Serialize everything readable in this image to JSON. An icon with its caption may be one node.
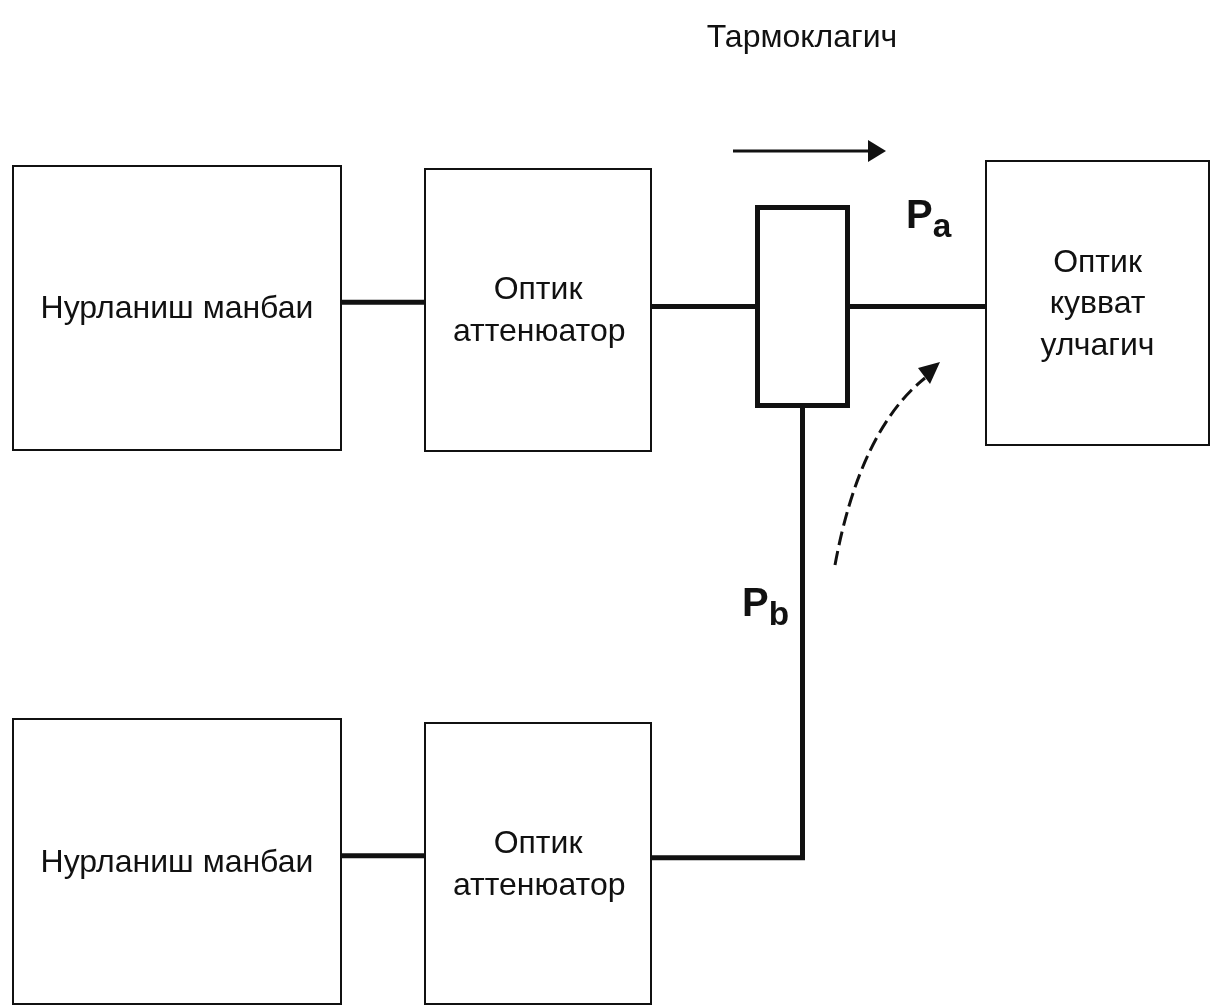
{
  "diagram": {
    "nodes": [
      {
        "text": [
          "Нурланиш манбаи"
        ]
      },
      {
        "text": [
          "Оптик аттенюатор"
        ]
      },
      {
        "text": [],
        "shape": "box"
      },
      {
        "text": [
          "Оптик кувват улчагич"
        ]
      },
      {
        "text": [
          "Нурланиш манбаи"
        ]
      },
      {
        "text": [
          "Оптик аттенюатор"
        ]
      }
    ],
    "edges": [
      {
        "from": 0,
        "to": 1,
        "arrow": "none"
      },
      {
        "from": 1,
        "to": 2,
        "arrow": "none"
      },
      {
        "from": 2,
        "to": 3,
        "arrow": "none",
        "label": "P$_{a}$"
      },
      {
        "from": 4,
        "to": 5,
        "arrow": "none"
      },
      {
        "from": 5,
        "to": 2,
        "arrow": "none",
        "label": "P$_{b}$"
      }
    ],
    "labels": [
      "Тармоклагич"
    ]
  }
}
